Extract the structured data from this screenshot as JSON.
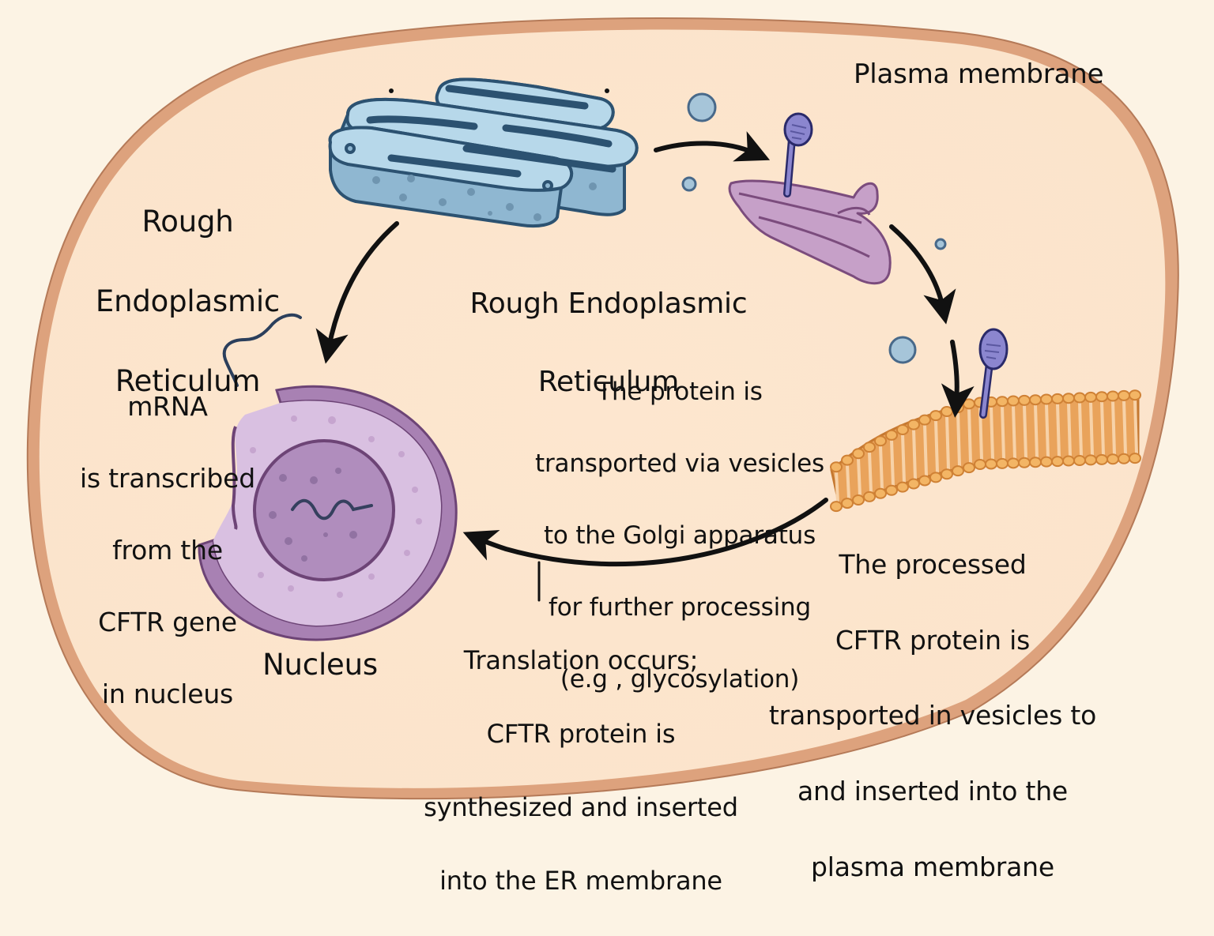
{
  "diagram": {
    "type": "cell-biology-pathway",
    "subject": "CFTR protein synthesis and trafficking",
    "colors": {
      "background": "#fcf3e4",
      "cytoplasm": "#fde8d2",
      "plasma_membrane": "#d9a07a",
      "rough_er_fill": "#a9cde2",
      "rough_er_outline": "#2f5470",
      "golgi_fill": "#c9a1c9",
      "golgi_outline": "#7a4c7c",
      "nucleus_fill": "#d8bfe0",
      "nucleolus_fill": "#b48fc0",
      "nuclear_envelope": "#7b5482",
      "cftr_protein": "#8b86cf",
      "lipid_bilayer": "#eaa35a",
      "lipid_heads": "#f3b565",
      "vesicle": "#9fc0d6",
      "arrow": "#111111"
    }
  },
  "labels": {
    "plasma_membrane": "Plasma membrane",
    "rough_er_left": [
      "Rough",
      "Endoplasmic",
      "Reticulum"
    ],
    "rough_er_center": [
      "Rough Endoplasmic",
      "Reticulum"
    ],
    "mrna": [
      "mRNA",
      "is transcribed",
      "from the",
      "CFTR gene",
      "in nucleus"
    ],
    "golgi_step": [
      "The protein is",
      "transported via vesicles",
      "to the Golgi apparatus",
      "for further processing",
      "(e.g , glycosylation)"
    ],
    "membrane_step": [
      "The processed",
      "CFTR protein is",
      "transported in vesicles to",
      "and inserted into the",
      "plasma membrane"
    ],
    "translation_step": [
      "Translation occurs;",
      "CFTR protein is",
      "synthesized and inserted",
      "into the ER membrane"
    ],
    "nucleus": "Nucleus"
  },
  "flow": [
    {
      "from": "rough-er",
      "to": "nucleus"
    },
    {
      "from": "rough-er",
      "to": "golgi-apparatus"
    },
    {
      "from": "golgi-apparatus",
      "to": "plasma-membrane-bilayer"
    },
    {
      "from": "plasma-membrane-bilayer",
      "to": "nucleus"
    }
  ]
}
